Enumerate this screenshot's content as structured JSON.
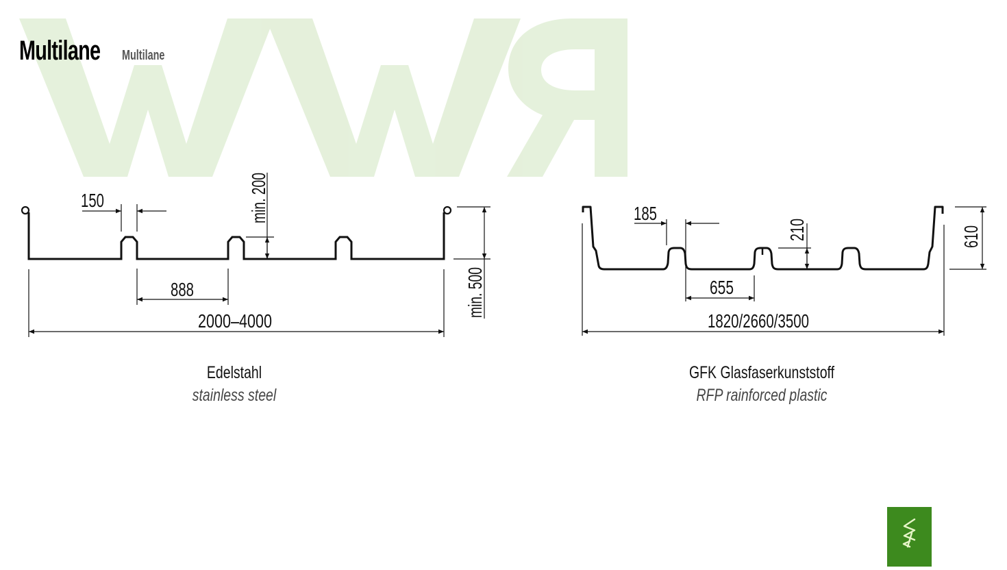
{
  "header": {
    "title": "Multilane",
    "subtitle": "Multilane"
  },
  "watermark": {
    "text": "WWR",
    "color": "#e3efd8",
    "mirrored_last_letter": true
  },
  "profiles": [
    {
      "id": "stainless",
      "material_de": "Edelstahl",
      "material_en": "stainless steel",
      "dimensions": {
        "rib_width": "150",
        "rib_spacing": "888",
        "total_width": "2000–4000",
        "rib_height": "min. 200",
        "edge_height": "min. 500"
      }
    },
    {
      "id": "gfk",
      "material_de": "GFK Glasfaserkunststoff",
      "material_en": "RFP rainforced plastic",
      "dimensions": {
        "rib_width": "185",
        "rib_spacing": "655",
        "total_width": "1820/2660/3500",
        "rib_height": "210",
        "edge_height": "610"
      }
    }
  ],
  "logo": {
    "icon": "wwr-logo-icon",
    "background": "#3d8a1e"
  }
}
